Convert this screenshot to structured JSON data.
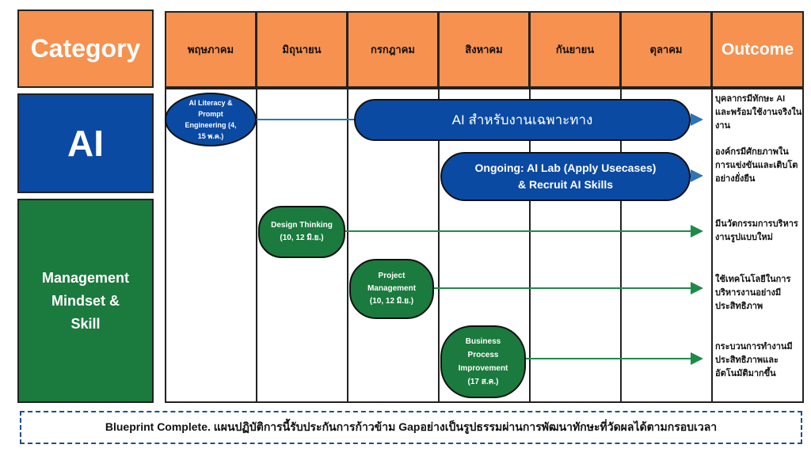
{
  "categories": {
    "header": "Category",
    "ai": "AI",
    "management": "Management Mindset & Skill"
  },
  "months": [
    "พฤษภาคม",
    "มิถุนายน",
    "กรกฎาคม",
    "สิงหาคม",
    "กันยายน",
    "ตุลาคม"
  ],
  "outcome_header": "Outcome",
  "activities": {
    "ai_literacy": "AI Literacy & Prompt Engineering (4, 15 พ.ค.)",
    "ai_specific": "AI สำหรับงานเฉพาะทาง",
    "ai_lab": "Ongoing: AI Lab (Apply Usecases) & Recruit AI Skills",
    "design_thinking": "Design Thinking (10, 12 มิ.ย.)",
    "project_management": "Project Management (10, 12 มิ.ย.)",
    "bpi": "Business Process Improvement (17 ส.ค.)"
  },
  "outcomes": [
    "บุคลากรมีทักษะ AI และพร้อมใช้งานจริงในงาน",
    "องค์กรมีศักยภาพในการแข่งขันและเติบโตอย่างยั่งยืน",
    "มีนวัตกรรมการบริหารงานรูปแบบใหม่",
    "ใช้เทคโนโลยีในการบริหารงานอย่างมีประสิทธิภาพ",
    "กระบวนการทำงานมีประสิทธิภาพและอัตโนมัติมากขึ้น"
  ],
  "footer": "Blueprint Complete. แผนปฏิบัติการนี้รับประกันการก้าวข้าม Gapอย่างเป็นรูปธรรมผ่านการพัฒนาทักษะที่วัดผลได้ตามกรอบเวลา",
  "colors": {
    "orange": "#F6914F",
    "blue": "#0B4AA2",
    "green": "#1B7A3D"
  }
}
